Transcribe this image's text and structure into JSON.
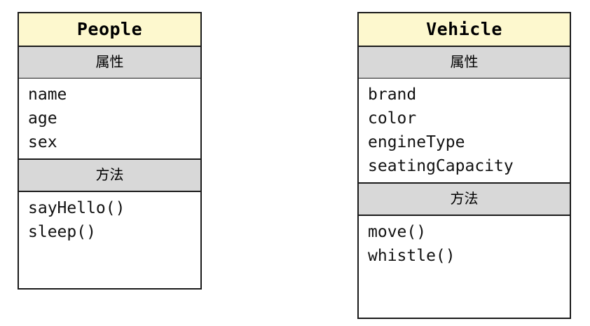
{
  "diagram": {
    "type": "uml-class-diagram",
    "background_color": "#ffffff",
    "title_fill": "#fdf8ce",
    "section_fill": "#d8d8d8",
    "border_color": "#1a1a1a",
    "section_labels": {
      "attributes": "属性",
      "methods": "方法"
    },
    "classes": [
      {
        "name": "People",
        "attributes_label": "属性",
        "attributes": [
          "name",
          "age",
          "sex"
        ],
        "methods_label": "方法",
        "methods": [
          "sayHello()",
          "sleep()"
        ]
      },
      {
        "name": "Vehicle",
        "attributes_label": "属性",
        "attributes": [
          "brand",
          "color",
          "engineType",
          "seatingCapacity"
        ],
        "methods_label": "方法",
        "methods": [
          "move()",
          "whistle()"
        ]
      }
    ]
  }
}
